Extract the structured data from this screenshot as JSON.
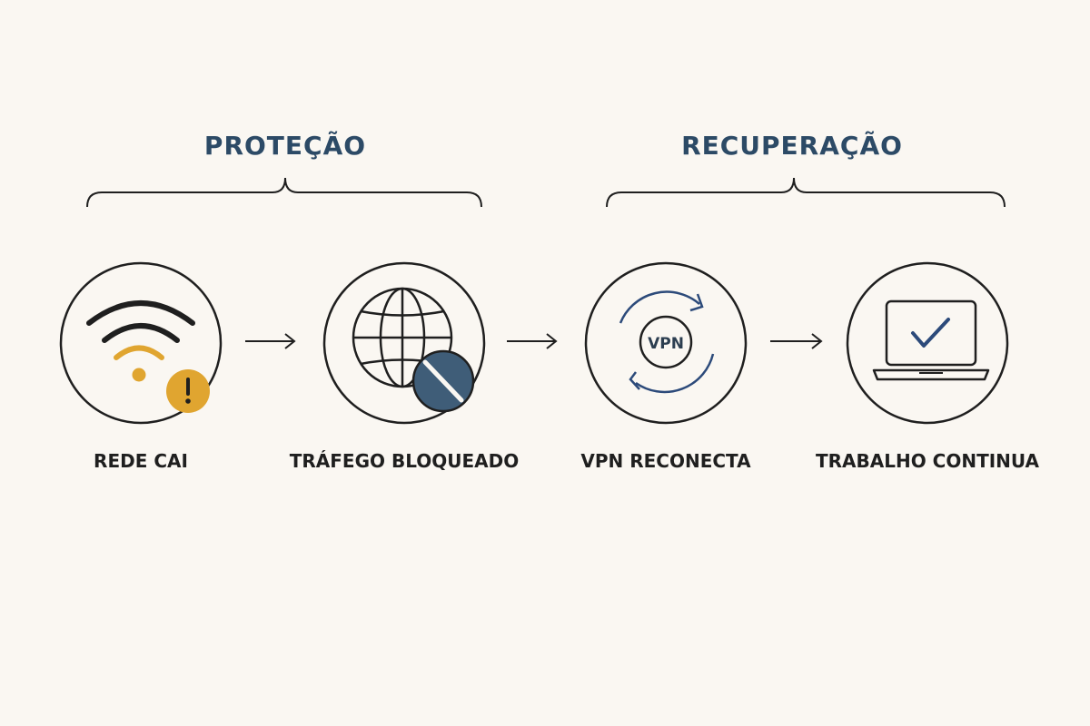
{
  "groups": [
    {
      "title": "PROTEÇÃO"
    },
    {
      "title": "RECUPERAÇÃO"
    }
  ],
  "steps": [
    {
      "label": "REDE CAI",
      "icon": "wifi-warning-icon"
    },
    {
      "label": "TRÁFEGO BLOQUEADO",
      "icon": "globe-blocked-icon"
    },
    {
      "label": "VPN RECONECTA",
      "icon": "vpn-reconnect-icon",
      "badge": "VPN"
    },
    {
      "label": "TRABALHO CONTINUA",
      "icon": "laptop-check-icon"
    }
  ],
  "colors": {
    "background": "#faf7f2",
    "line": "#1f1f1f",
    "heading": "#2c4a66",
    "warning": "#e0a530",
    "blocked": "#3f5d78",
    "accent_blue": "#2c4a7a"
  }
}
